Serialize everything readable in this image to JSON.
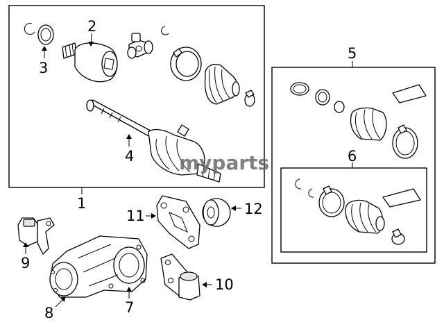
{
  "watermark": "myparts",
  "callouts": {
    "c1": "1",
    "c2": "2",
    "c3": "3",
    "c4": "4",
    "c5": "5",
    "c6": "6",
    "c7": "7",
    "c8": "8",
    "c9": "9",
    "c10": "10",
    "c11": "11",
    "c12": "12"
  }
}
